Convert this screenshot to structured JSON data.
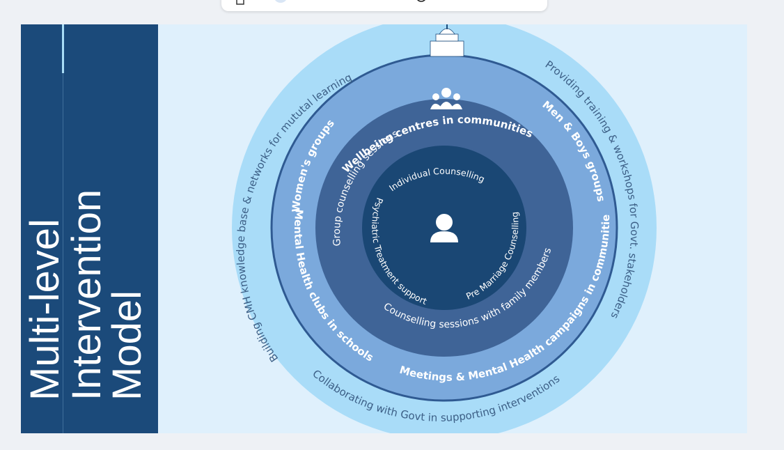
{
  "title": {
    "line1": "Multi-level",
    "line2": "Intervention",
    "line3": "Model"
  },
  "colors": {
    "outer_ring": "#a9dcf8",
    "ring2": "#7ba9dc",
    "ring3": "#3f6497",
    "core": "#1a4774",
    "sidebar": "#1b4a7a",
    "background": "#dff0fc",
    "outer_text": "#3c5f86",
    "inner_text": "#ffffff"
  },
  "diagram": {
    "outer_ring": {
      "labels": [
        "Building CMH knowledge base & networks for mututal learning",
        "Providing training & workshops for Govt. stakeholders",
        "Collaborating with Govt in supporting interventions"
      ],
      "icon": "government-building-icon"
    },
    "ring2": {
      "labels": [
        "Wellbeing centres in communities",
        "Women's groups",
        "Men & Boys groups",
        "Mental Health clubs in schools",
        "Meetings & Mental Health campaigns in communities"
      ],
      "icon": "community-group-icon"
    },
    "ring3": {
      "labels": [
        "Group counselling sessions",
        "Counselling sessions with family members"
      ]
    },
    "core": {
      "labels": [
        "Individual Counselling",
        "Psychiatric Treatment support",
        "Pre Marriage Counselling"
      ],
      "icon": "person-icon"
    }
  }
}
